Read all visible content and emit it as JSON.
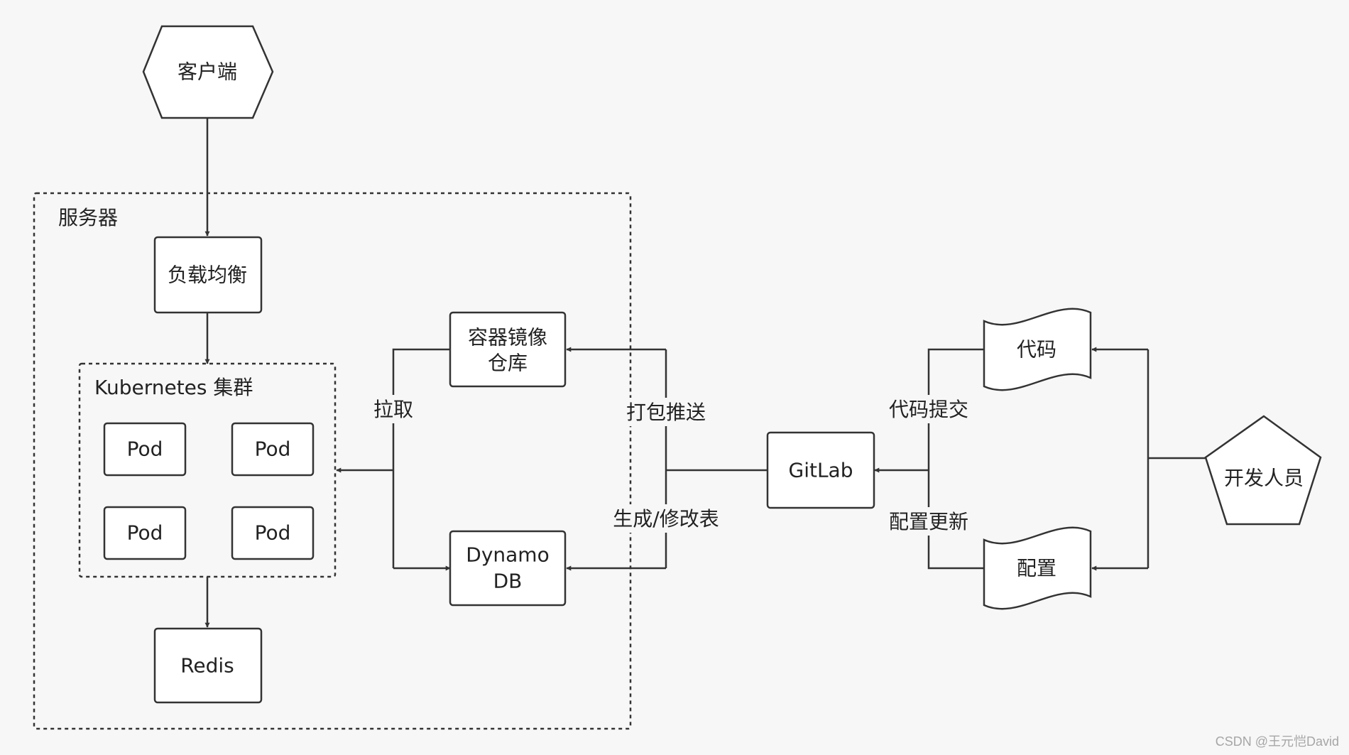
{
  "nodes": {
    "client": "客户端",
    "server_group": "服务器",
    "load_balancer": "负载均衡",
    "k8s_cluster": "Kubernetes 集群",
    "pods": [
      "Pod",
      "Pod",
      "Pod",
      "Pod"
    ],
    "redis": "Redis",
    "image_registry": [
      "容器镜像",
      "仓库"
    ],
    "dynamodb": [
      "Dynamo",
      "DB"
    ],
    "gitlab": "GitLab",
    "code": "代码",
    "config": "配置",
    "developer": "开发人员"
  },
  "edges": {
    "pull": "拉取",
    "package_push": "打包推送",
    "create_modify_table": "生成/修改表",
    "code_commit": "代码提交",
    "config_update": "配置更新"
  },
  "watermark": "CSDN @王元恺David",
  "colors": {
    "background": "#f7f7f7",
    "stroke": "#333333",
    "fill": "#ffffff"
  }
}
